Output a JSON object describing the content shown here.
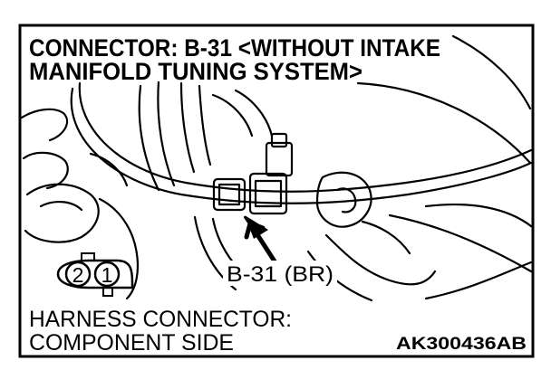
{
  "title": {
    "line1": "CONNECTOR: B-31 <WITHOUT INTAKE",
    "line2": "MANIFOLD TUNING SYSTEM>"
  },
  "callout_label": "B-31 (BR)",
  "pin_labels": [
    "2",
    "1"
  ],
  "caption": {
    "line1": "HARNESS CONNECTOR:",
    "line2": "COMPONENT SIDE"
  },
  "figure_code": "AK300436AB",
  "colors": {
    "ink": "#000000",
    "paper": "#ffffff"
  }
}
